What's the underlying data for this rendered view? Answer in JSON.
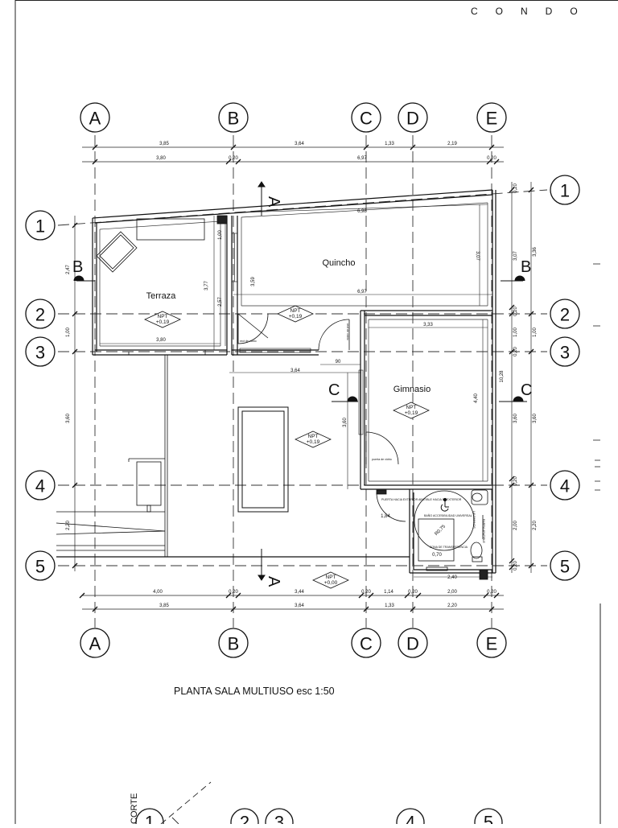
{
  "header": {
    "text": "CONDO"
  },
  "plan_title": "PLANTA SALA MULTIUSO  esc 1:50",
  "axes": {
    "columns": [
      "A",
      "B",
      "C",
      "D",
      "E"
    ],
    "rows": [
      "1",
      "2",
      "3",
      "4",
      "5"
    ],
    "lower_plan_labels": [
      "1",
      "2",
      "3",
      "4",
      "5"
    ],
    "corte_label": "CORTE"
  },
  "section_markers": {
    "a": "A",
    "b": "B",
    "c": "C"
  },
  "rooms": {
    "terraza": "Terraza",
    "quincho": "Quincho",
    "gimnasio": "Gimnasio"
  },
  "levels": {
    "npt_label": "NPT",
    "terraza": "+0,19",
    "quincho": "+0,19",
    "center": "+0,19",
    "gimnasio": "+0,19",
    "exterior": "+0,00"
  },
  "dimensions": {
    "top_outer": [
      "3,85",
      "3,64",
      "1,33",
      "2,19"
    ],
    "top_inner": [
      "3,80",
      "0,20",
      "6,97",
      "0,20"
    ],
    "bottom_outer": [
      "4,00",
      "0,20",
      "3,44",
      "0,20",
      "1,14",
      "0,20",
      "2,00",
      "0,20"
    ],
    "bottom_inner": [
      "3,85",
      "3,64",
      "1,33",
      "2,20"
    ],
    "left": [
      "2,47",
      "1,00",
      "3,60",
      "2,20"
    ],
    "right_inner": [
      "0,20",
      "3,07",
      "0,20",
      "1,00",
      "0,20",
      "3,60",
      "0,20",
      "2,00",
      "0,20"
    ],
    "right_outer": [
      "3,36",
      "1,00",
      "10,28",
      "3,60",
      "2,20"
    ],
    "interior": {
      "quincho_top": "6,98",
      "quincho_mid": "6,97",
      "quincho_right": "3,07",
      "col_b_1": "1,00",
      "col_b_2": "3,59",
      "terraza_h": "3,77",
      "terraza_v": "2,57",
      "terraza_w": "3,80",
      "corridor": "3,64",
      "door": "90",
      "gym_w": "3,33",
      "gym_h": "4,40",
      "center_h": "3,60",
      "bath_a": "1,84",
      "bath_b": "0,70",
      "bath_w": "2,40",
      "wc_radius": "R0,75"
    }
  },
  "annotations": {
    "door_note_1": "rect de vidrio",
    "door_note_2": "rect de vidrio",
    "door_note_3": "puerta de vidrio",
    "bath_note": "PUERTA HACIA EXTERIOR ABATIBLE HACIA EL EXTERIOR",
    "bath_label": "BAÑO ACCESIBILIDAD UNIVERSAL",
    "transfer_note": "ZONA DE TRANSFERENCIA",
    "sink_note": "LAVAMANOS",
    "grab_note": "BARRA ABATIBLE"
  }
}
